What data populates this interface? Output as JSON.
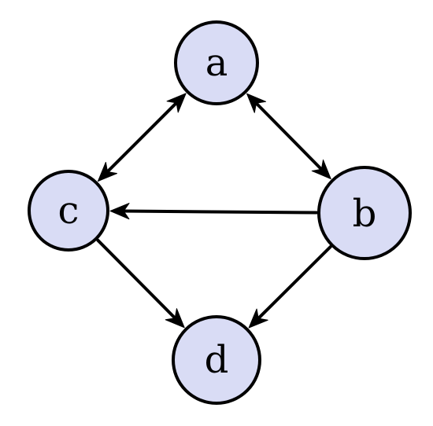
{
  "diagram": {
    "node_fill": "#d9dcf5",
    "stroke_color": "#000000",
    "nodes": [
      {
        "id": "a",
        "label": "a"
      },
      {
        "id": "b",
        "label": "b"
      },
      {
        "id": "c",
        "label": "c"
      },
      {
        "id": "d",
        "label": "d"
      }
    ],
    "edges": [
      {
        "from": "a",
        "to": "c",
        "directed": "both"
      },
      {
        "from": "a",
        "to": "b",
        "directed": "both"
      },
      {
        "from": "b",
        "to": "c",
        "directed": "forward"
      },
      {
        "from": "c",
        "to": "d",
        "directed": "forward"
      },
      {
        "from": "b",
        "to": "d",
        "directed": "forward"
      }
    ]
  }
}
